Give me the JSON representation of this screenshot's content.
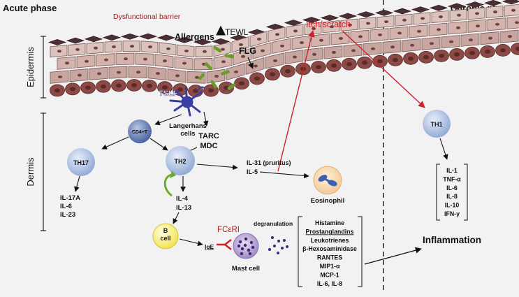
{
  "phases": {
    "acute": "Acute phase",
    "chronic": "Chronic phase"
  },
  "regions": {
    "epidermis": "Epidermis",
    "dermis": "Dermis"
  },
  "labels": {
    "barrier": "Dysfunctional barrier",
    "allergens": "Allergens",
    "tewl": "TEWL",
    "flg": "FLG",
    "itch": "Itch/scratch",
    "tslp": "TSLP",
    "langerhans": [
      "Langerhans",
      "cells"
    ],
    "tarc": "TARC",
    "mdc": "MDC",
    "il31": "IL-31 (pruritus)",
    "il5": "IL-5",
    "eosinophil": "Eosinophil",
    "il4": "IL-4",
    "il13": "IL-13",
    "ige": "IgE",
    "fceri": "FCεRI",
    "degranulation": "degranulation",
    "mast": "Mast cell",
    "inflammation": "Inflammation"
  },
  "cells": {
    "cd4": "CD4+T",
    "th17": "TH17",
    "th2": "TH2",
    "th1": "TH1",
    "bcell": [
      "B",
      "cell"
    ]
  },
  "lists": {
    "th17_cytokines": [
      "IL-17A",
      "IL-6",
      "IL-23"
    ],
    "mediators": [
      "Histamine",
      "Prostanglandins",
      "Leukotrienes",
      "β-Hexosaminidase",
      "RANTES",
      "MIP1-α",
      "MCP-1",
      "IL-6, IL-8"
    ],
    "th1_cytokines": [
      "IL-1",
      "TNF-α",
      "IL-6",
      "IL-8",
      "IL-10",
      "IFN-γ"
    ]
  },
  "colors": {
    "red": "#d0202a",
    "dark_red": "#a01818",
    "cell_blue": "#a9bde0",
    "cell_pink": "#d9b8b2",
    "basal": "#8c4a46"
  }
}
